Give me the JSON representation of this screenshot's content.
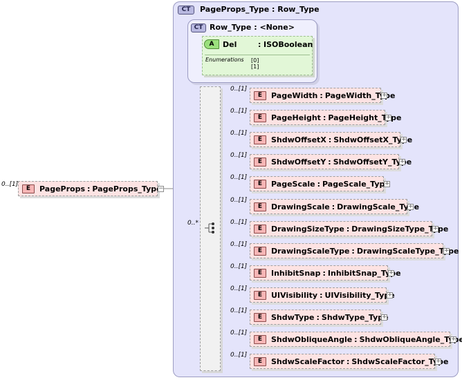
{
  "root": {
    "occurrence": "0..[1]",
    "badge": "E",
    "name": "PageProps",
    "separator": ":",
    "type": "PageProps_Type"
  },
  "outer_complex_type": {
    "badge": "CT",
    "title": "PageProps_Type : Row_Type"
  },
  "base_complex_type": {
    "badge": "CT",
    "title": "Row_Type : <None>"
  },
  "attribute": {
    "badge": "A",
    "name": "Del",
    "separator": ":",
    "type": "ISOBoolean",
    "enumerations_label": "Enumerations",
    "enumerations": [
      "[0]",
      "[1]"
    ]
  },
  "sequence": {
    "occurrence": "0..*"
  },
  "elements": [
    {
      "occurrence": "0..[1]",
      "badge": "E",
      "name": "PageWidth",
      "separator": ":",
      "type": "PageWidth_Type"
    },
    {
      "occurrence": "0..[1]",
      "badge": "E",
      "name": "PageHeight",
      "separator": ":",
      "type": "PageHeight_Type"
    },
    {
      "occurrence": "0..[1]",
      "badge": "E",
      "name": "ShdwOffsetX",
      "separator": ":",
      "type": "ShdwOffsetX_Type"
    },
    {
      "occurrence": "0..[1]",
      "badge": "E",
      "name": "ShdwOffsetY",
      "separator": ":",
      "type": "ShdwOffsetY_Type"
    },
    {
      "occurrence": "0..[1]",
      "badge": "E",
      "name": "PageScale",
      "separator": ":",
      "type": "PageScale_Type"
    },
    {
      "occurrence": "0..[1]",
      "badge": "E",
      "name": "DrawingScale",
      "separator": ":",
      "type": "DrawingScale_Type"
    },
    {
      "occurrence": "0..[1]",
      "badge": "E",
      "name": "DrawingSizeType",
      "separator": ":",
      "type": "DrawingSizeType_Type"
    },
    {
      "occurrence": "0..[1]",
      "badge": "E",
      "name": "DrawingScaleType",
      "separator": ":",
      "type": "DrawingScaleType_Type"
    },
    {
      "occurrence": "0..[1]",
      "badge": "E",
      "name": "InhibitSnap",
      "separator": ":",
      "type": "InhibitSnap_Type"
    },
    {
      "occurrence": "0..[1]",
      "badge": "E",
      "name": "UIVisibility",
      "separator": ":",
      "type": "UIVisibility_Type"
    },
    {
      "occurrence": "0..[1]",
      "badge": "E",
      "name": "ShdwType",
      "separator": ":",
      "type": "ShdwType_Type"
    },
    {
      "occurrence": "0..[1]",
      "badge": "E",
      "name": "ShdwObliqueAngle",
      "separator": ":",
      "type": "ShdwObliqueAngle_Type"
    },
    {
      "occurrence": "0..[1]",
      "badge": "E",
      "name": "ShdwScaleFactor",
      "separator": ":",
      "type": "ShdwScaleFactor_Type"
    }
  ],
  "expand_symbol": "+",
  "collapse_symbol": "−"
}
